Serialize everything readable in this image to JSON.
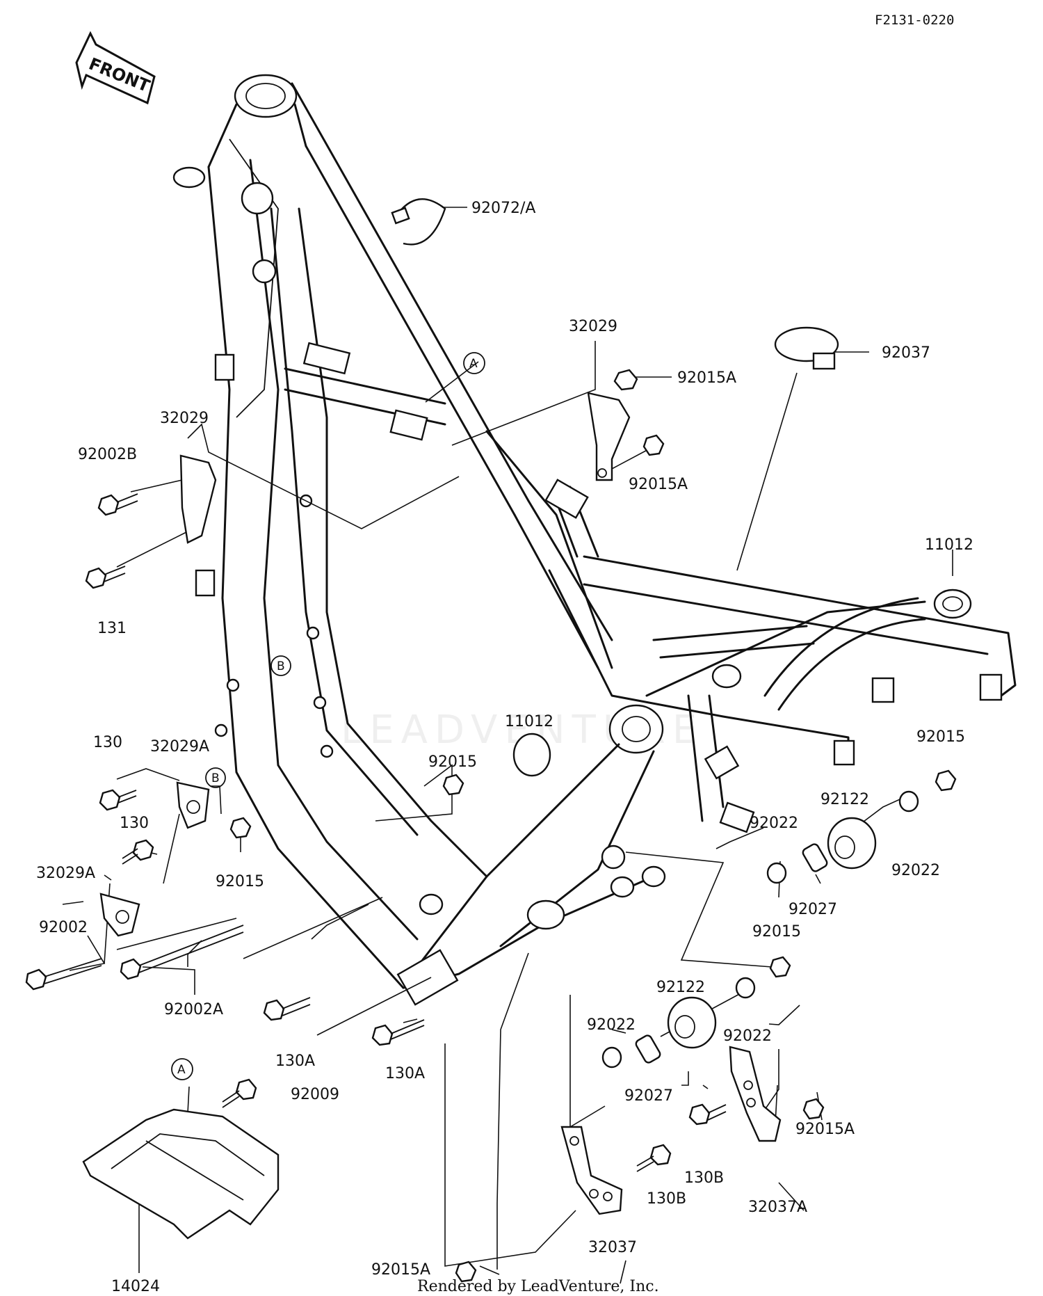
{
  "diagram_code": "F2131-0220",
  "front_arrow_label": "FRONT",
  "watermark": "LEADVENTURE",
  "credit": "Rendered by LeadVenture, Inc.",
  "reference_markers": {
    "A": "A",
    "B": "B"
  },
  "labels": {
    "p92072A": "92072/A",
    "p32029_right": "32029",
    "p92015A_1": "92015A",
    "p92015A_2": "92015A",
    "p92037": "92037",
    "p32029_left": "32029",
    "p92002B": "92002B",
    "p131": "131",
    "p11012_right": "11012",
    "p11012_center": "11012",
    "p130": "130",
    "p32029A_1": "32029A",
    "p130_2": "130",
    "p32029A_2": "32029A",
    "p92015_1": "92015",
    "p92015_2": "92015",
    "p92015_3": "92015",
    "p92122_1": "92122",
    "p92022_1": "92022",
    "p92022_2": "92022",
    "p92027_1": "92027",
    "p92002": "92002",
    "p92002A": "92002A",
    "p92015_4": "92015",
    "p130A_1": "130A",
    "p130A_2": "130A",
    "p92122_2": "92122",
    "p92022_3": "92022",
    "p92022_4": "92022",
    "p92027_2": "92027",
    "p92009": "92009",
    "p92015A_3": "92015A",
    "p130B_1": "130B",
    "p130B_2": "130B",
    "p32037A": "32037A",
    "p14024": "14024",
    "p32037": "32037",
    "p92015A_4": "92015A"
  }
}
